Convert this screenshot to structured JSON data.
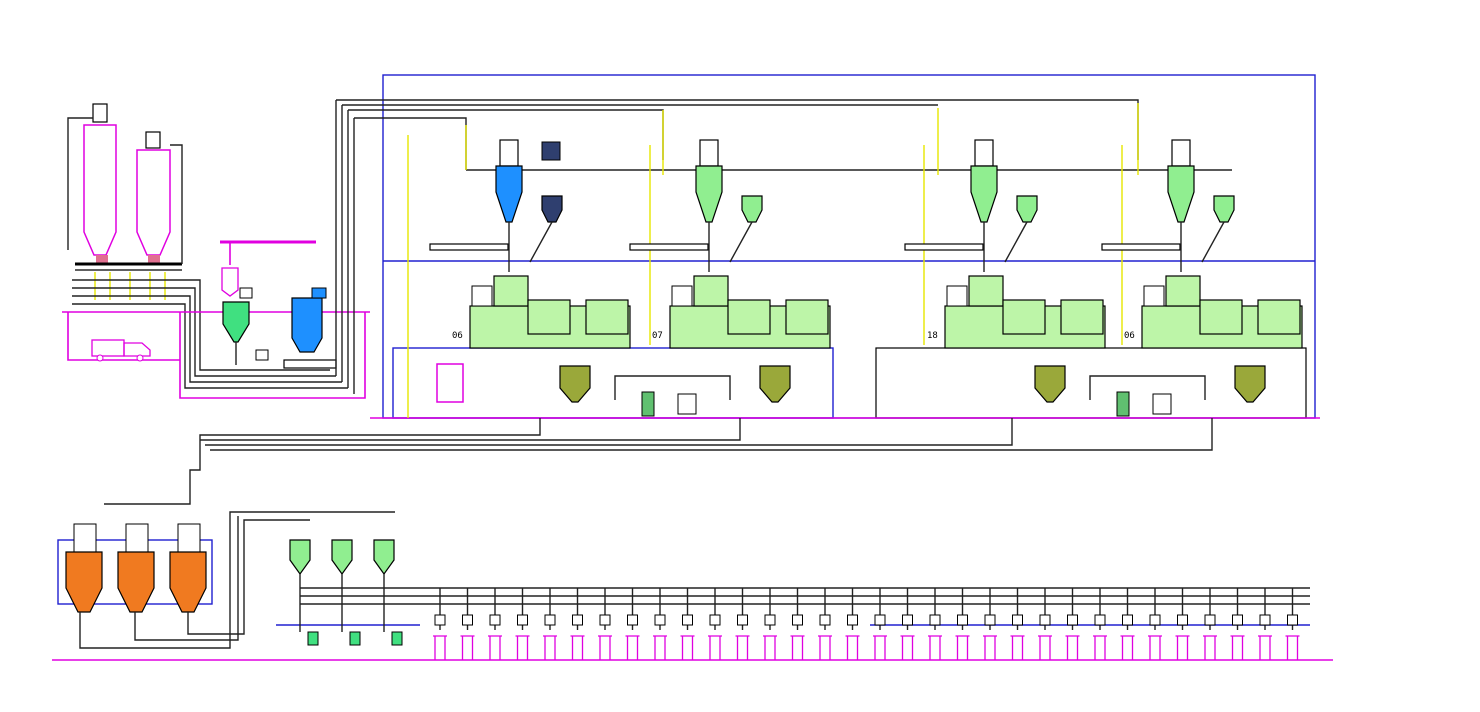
{
  "diagram": {
    "colors": {
      "frame": "#2020d0",
      "floor": "#e000e0",
      "pipe": "#222222",
      "signal": "#e6e600",
      "bin_green": "#90ee90",
      "bin_blue": "#1e90ff",
      "bin_navy": "#2f3f6f",
      "bin_olive": "#9aa83a",
      "bin_orange": "#f07a20",
      "machine_green": "#bdf5a8"
    },
    "line_numbers": [
      "06",
      "07",
      "18",
      "06"
    ],
    "icons": {
      "silo": "silo-icon",
      "truck": "truck-icon",
      "cyclone": "cyclone-icon",
      "filter": "filter-icon",
      "mill": "roller-mill-icon",
      "bin": "hopper-bin-icon",
      "packer": "bagging-outlet-icon"
    }
  }
}
